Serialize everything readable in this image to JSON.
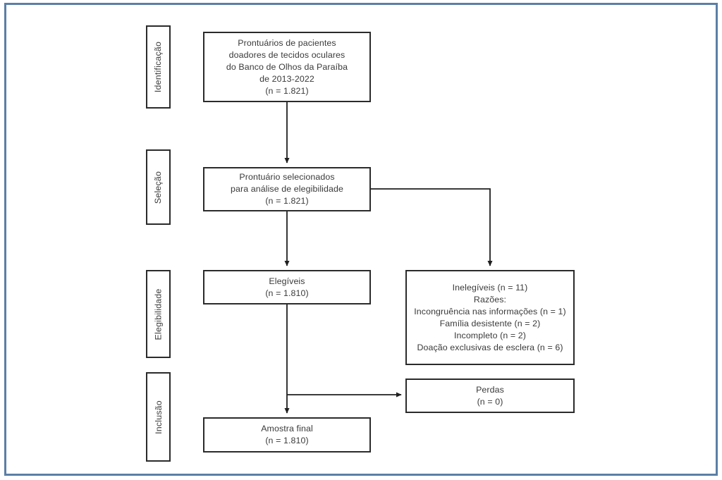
{
  "figure": {
    "type": "flowchart",
    "border_color": "#5b7fa6",
    "box_border_color": "#2b2b2b",
    "text_color": "#3a3a3a",
    "background": "#ffffff"
  },
  "stages": [
    {
      "id": "identificacao",
      "label": "Identificação"
    },
    {
      "id": "selecao",
      "label": "Seleção"
    },
    {
      "id": "elegibilidade",
      "label": "Elegibilidade"
    },
    {
      "id": "inclusao",
      "label": "Inclusão"
    }
  ],
  "nodes": {
    "records": {
      "id": "records-identified",
      "lines": [
        "Prontuários de pacientes",
        "doadores de tecidos oculares",
        "do Banco de Olhos da Paraíba",
        "de 2013-2022",
        "(n = 1.821)"
      ],
      "n": 1821
    },
    "screened": {
      "id": "records-screened",
      "lines": [
        "Prontuário selecionados",
        "para análise de elegibilidade",
        "(n = 1.821)"
      ],
      "n": 1821
    },
    "eligible": {
      "id": "eligible",
      "lines": [
        "Elegíveis",
        "(n = 1.810)"
      ],
      "n": 1810
    },
    "ineligible": {
      "id": "ineligible",
      "lines": [
        "Inelegíveis (n = 11)",
        "Razões:",
        "Incongruência nas informações (n = 1)",
        "Família desistente (n = 2)",
        "Incompleto (n = 2)",
        "Doação exclusivas de esclera (n = 6)"
      ],
      "n": 11,
      "reasons": [
        {
          "label": "Incongruência nas informações",
          "n": 1
        },
        {
          "label": "Família desistente",
          "n": 2
        },
        {
          "label": "Incompleto",
          "n": 2
        },
        {
          "label": "Doação exclusivas de esclera",
          "n": 6
        }
      ]
    },
    "losses": {
      "id": "losses",
      "lines": [
        "Perdas",
        "(n = 0)"
      ],
      "n": 0
    },
    "final": {
      "id": "final-sample",
      "lines": [
        "Amostra final",
        "(n = 1.810)"
      ],
      "n": 1810
    }
  },
  "edges": [
    {
      "from": "records",
      "to": "screened",
      "kind": "vertical-arrow"
    },
    {
      "from": "screened",
      "to": "ineligible",
      "kind": "elbow-right-down-arrow"
    },
    {
      "from": "screened",
      "to": "eligible",
      "kind": "vertical-arrow"
    },
    {
      "from": "eligible",
      "to": "final",
      "kind": "vertical-arrow"
    },
    {
      "from": "eligible",
      "to": "losses",
      "kind": "branch-right-arrow"
    }
  ]
}
